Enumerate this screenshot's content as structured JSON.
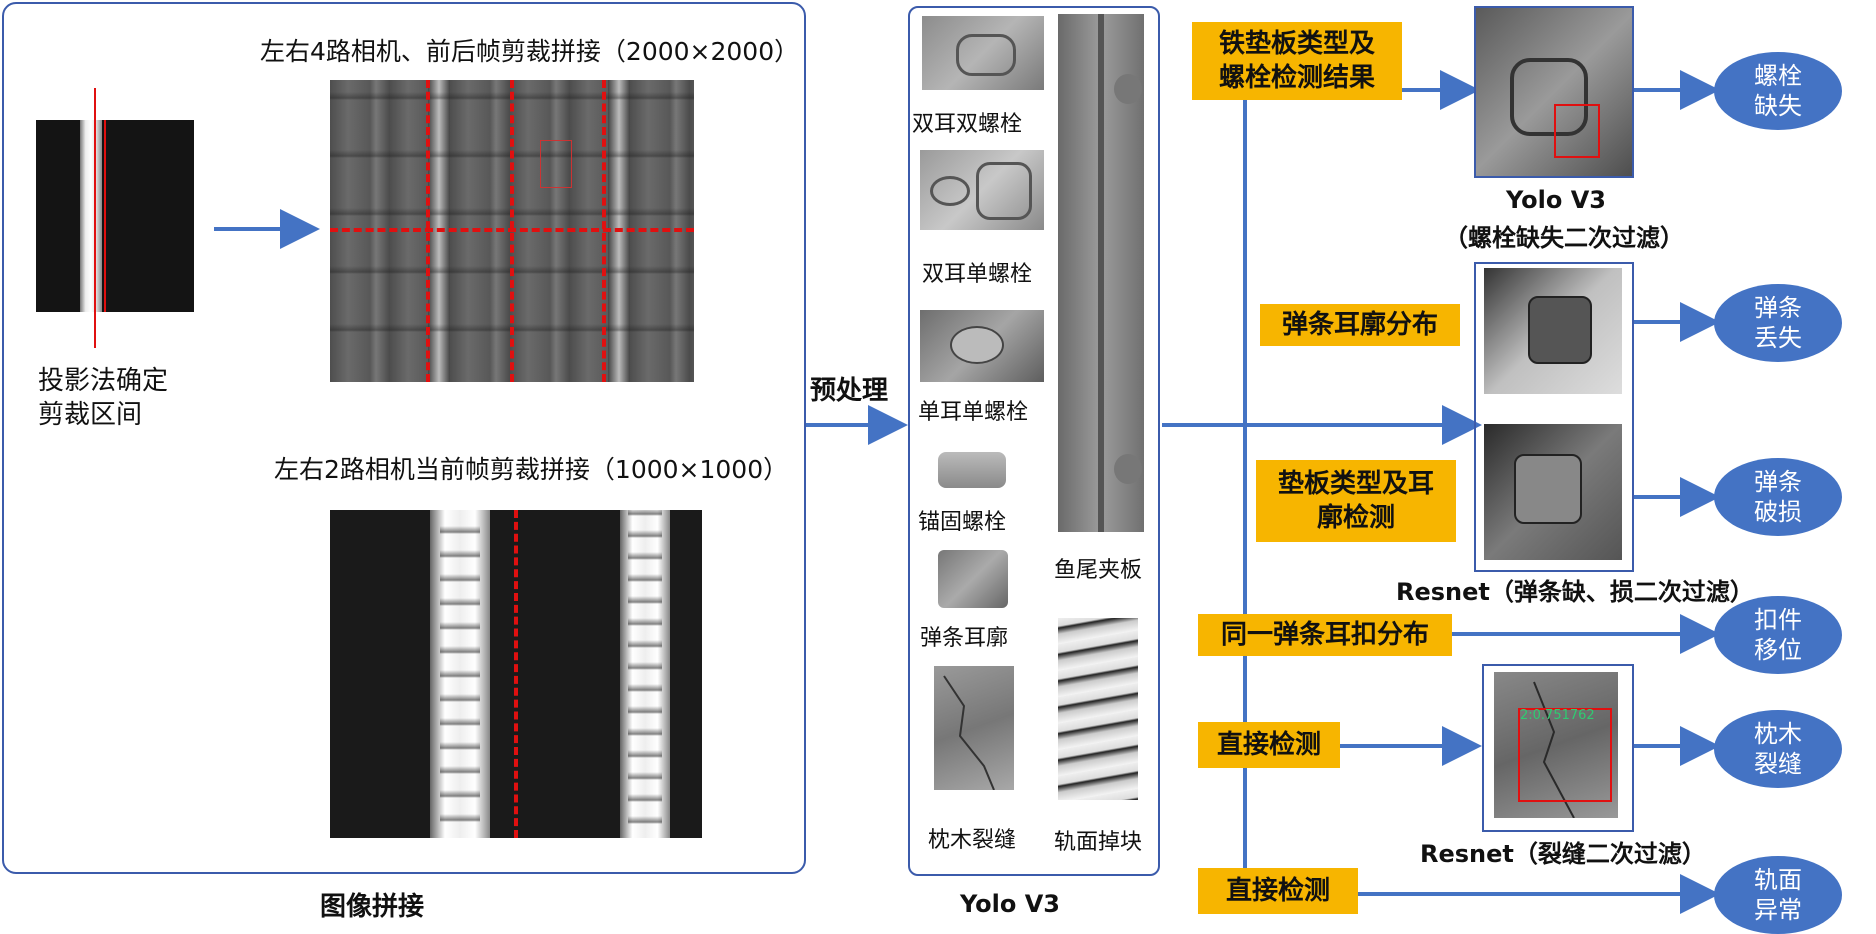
{
  "left_panel": {
    "title_4cam": "左右4路相机、前后帧剪裁拼接（2000×2000）",
    "projection_label_1": "投影法确定",
    "projection_label_2": "剪裁区间",
    "title_2cam": "左右2路相机当前帧剪裁拼接（1000×1000）",
    "caption": "图像拼接"
  },
  "preprocess_label": "预处理",
  "yolo_panel": {
    "caption": "Yolo V3",
    "items": {
      "double_ear_double_bolt": "双耳双螺栓",
      "double_ear_single_bolt": "双耳单螺栓",
      "single_ear_single_bolt": "单耳单螺栓",
      "anchor_bolt": "锚固螺栓",
      "clip_ear": "弹条耳廓",
      "sleeper_crack": "枕木裂缝",
      "fishplate": "鱼尾夹板",
      "rail_surface_chip": "轨面掉块"
    }
  },
  "detections": {
    "box1_line1": "铁垫板类型及",
    "box1_line2": "螺栓检测结果",
    "box2": "弹条耳廓分布",
    "box3_line1": "垫板类型及耳",
    "box3_line2": "廓检测",
    "box4": "同一弹条耳扣分布",
    "box5": "直接检测",
    "box6": "直接检测"
  },
  "filters": {
    "yolo_title": "Yolo V3",
    "yolo_sub": "（螺栓缺失二次过滤）",
    "resnet_clip": "Resnet（弹条缺、损二次过滤）",
    "resnet_crack": "Resnet（裂缝二次过滤）",
    "crack_overlay_text": "2:0.751762"
  },
  "results": {
    "r1_a": "螺栓",
    "r1_b": "缺失",
    "r2_a": "弹条",
    "r2_b": "丢失",
    "r3_a": "弹条",
    "r3_b": "破损",
    "r4_a": "扣件",
    "r4_b": "移位",
    "r5_a": "枕木",
    "r5_b": "裂缝",
    "r6_a": "轨面",
    "r6_b": "异常"
  },
  "colors": {
    "accent_blue": "#4473c4",
    "yellow": "#f7b500",
    "panel_border": "#3b5bab",
    "dash_red": "#e01010"
  }
}
